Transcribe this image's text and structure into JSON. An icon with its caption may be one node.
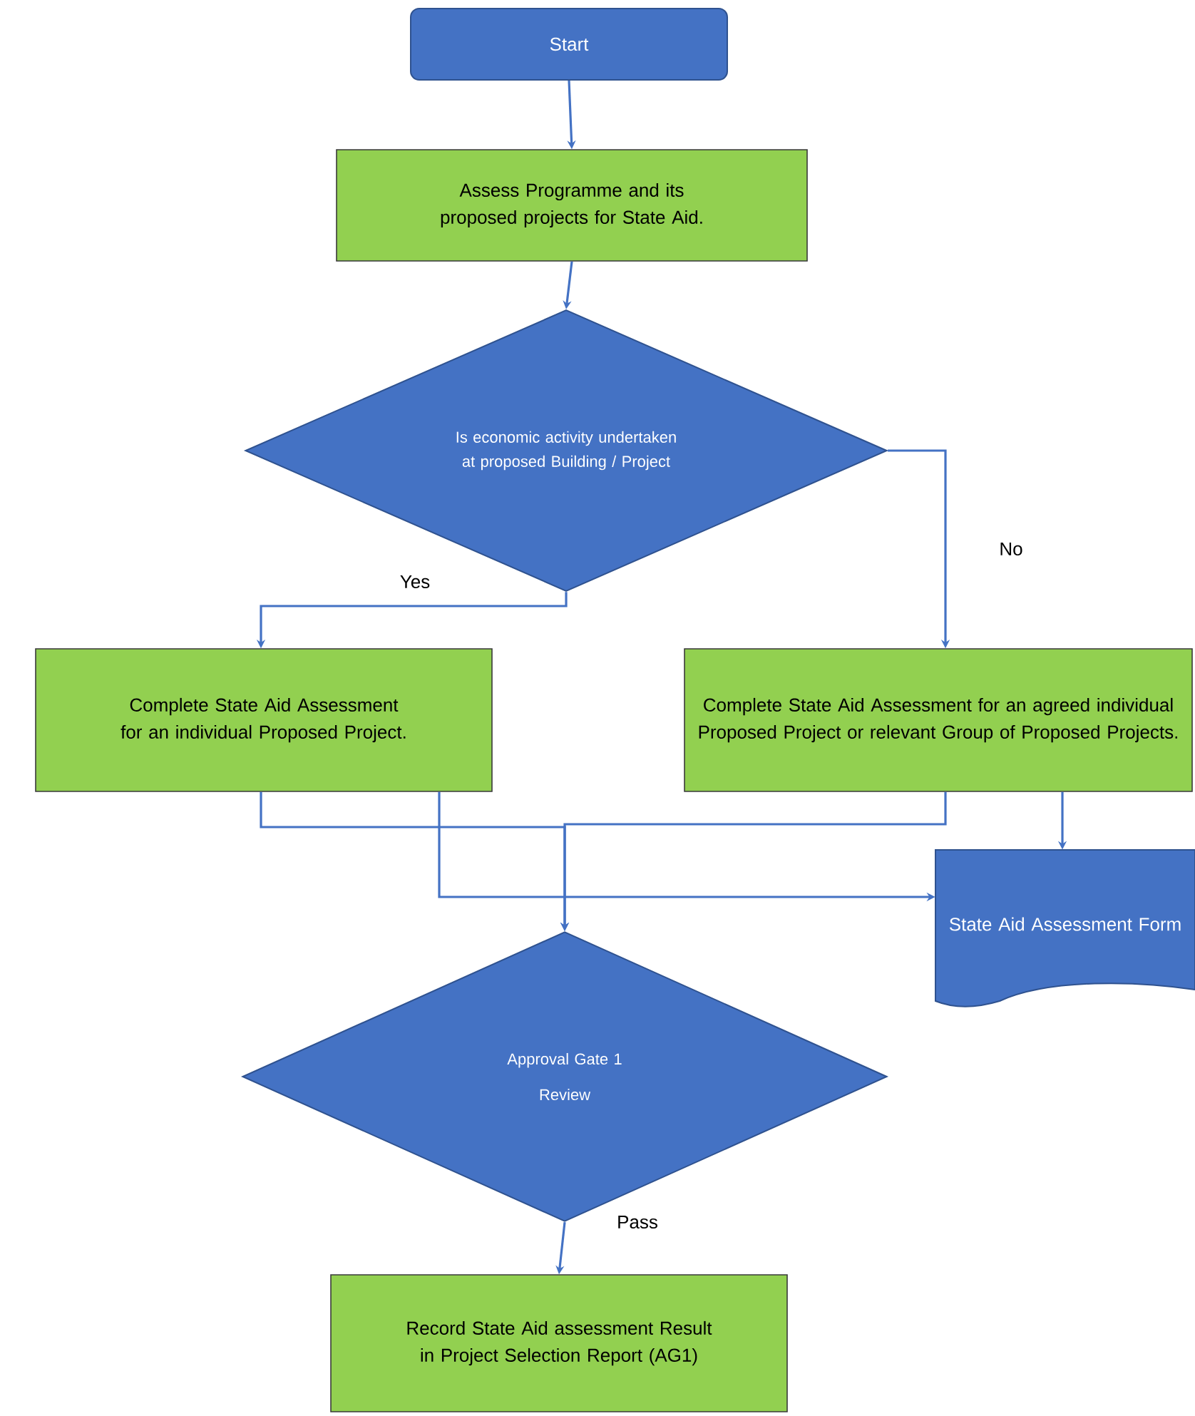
{
  "diagram": {
    "nodes": [
      {
        "text": [
          "Start"
        ]
      },
      {
        "text": [
          "Assess Programme and its proposed projects for State Aid."
        ]
      },
      {
        "text": [
          "Is economic activity undertaken at proposed Building / Project"
        ]
      },
      {
        "text": [
          "Complete State Aid Assessment for an individual Proposed Project."
        ]
      },
      {
        "text": [
          "Complete State Aid Assessment for an agreed individual Proposed Project or relevant Group of Proposed Projects."
        ]
      },
      {
        "text": [
          "State Aid Assessment Form"
        ]
      },
      {
        "text": [
          "Approval Gate 1",
          "Review"
        ]
      },
      {
        "text": [
          "Record State Aid assessment Result in Project Selection Report (AG1)"
        ]
      }
    ],
    "edges": [
      {
        "from": 0,
        "to": 1,
        "arrow": "to"
      },
      {
        "from": 1,
        "to": 2,
        "arrow": "to"
      },
      {
        "from": 2,
        "to": 3,
        "arrow": "to",
        "label": "Yes"
      },
      {
        "from": 2,
        "to": 4,
        "arrow": "to",
        "label": "No"
      },
      {
        "from": 3,
        "to": 6,
        "arrow": "to"
      },
      {
        "from": 4,
        "to": 6,
        "arrow": "to"
      },
      {
        "from": 4,
        "to": 5,
        "arrow": "to"
      },
      {
        "from": 3,
        "to": 5,
        "arrow": "to"
      },
      {
        "from": 6,
        "to": 7,
        "arrow": "to",
        "label": "Pass"
      }
    ]
  }
}
